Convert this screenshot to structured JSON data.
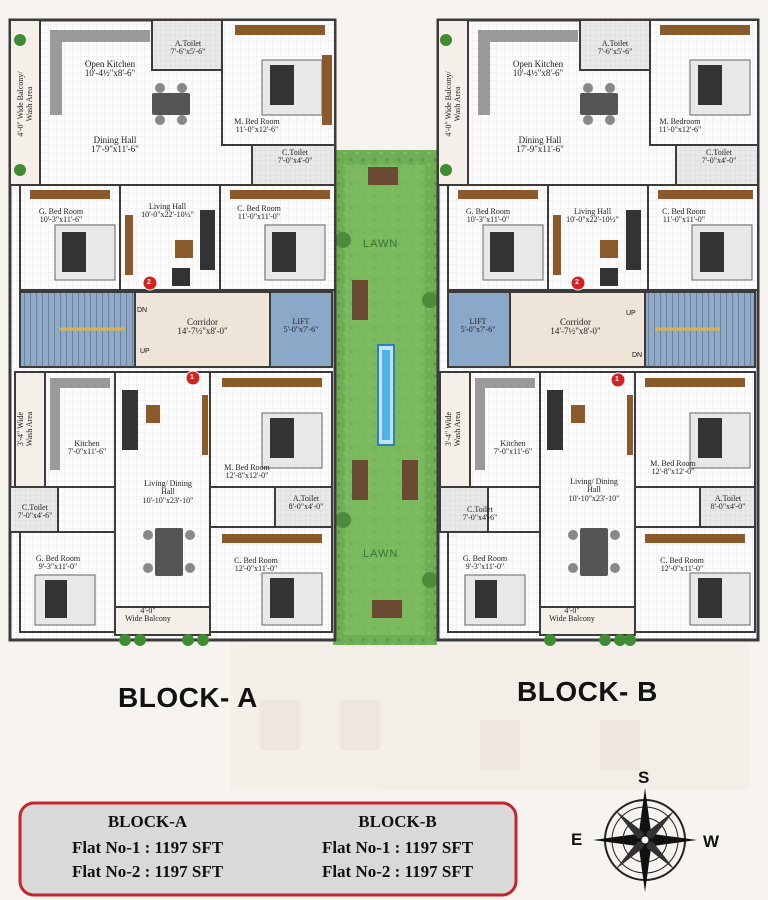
{
  "block_a": {
    "title": "BLOCK- A",
    "rooms": {
      "open_kitchen": {
        "name": "Open Kitchen",
        "dim": "10'-4½\"x8'-6\""
      },
      "a_toilet_top": {
        "name": "A.Toilet",
        "dim": "7'-6\"x5'-6\""
      },
      "m_bed_top": {
        "name": "M. Bed Room",
        "dim": "11'-0\"x12'-6\""
      },
      "balcony_wash": {
        "name": "4'-0\" Wide Balcony/",
        "dim": "Wash Area"
      },
      "dining_hall": {
        "name": "Dining Hall",
        "dim": "17'-9\"x11'-6\""
      },
      "c_toilet_top": {
        "name": "C.Toilet",
        "dim": "7'-0\"x4'-0\""
      },
      "g_bed_top": {
        "name": "G. Bed Room",
        "dim": "10'-3\"x11'-6\""
      },
      "living_hall": {
        "name": "Living Hall",
        "dim": "10'-0\"x22'-10½\""
      },
      "c_bed_top": {
        "name": "C. Bed Room",
        "dim": "11'-0\"x11'-0\""
      },
      "corridor": {
        "name": "Corridor",
        "dim": "14'-7½\"x8'-0\""
      },
      "lift": {
        "name": "LIFT",
        "dim": "5'-0\"x7'-6\""
      },
      "wash_area": {
        "name": "3'-4\" Wide",
        "dim": "Wash Area"
      },
      "kitchen": {
        "name": "Kitchen",
        "dim": "7'-0\"x11'-6\""
      },
      "m_bed_bottom": {
        "name": "M. Bed Room",
        "dim": "12'-8\"x12'-0\""
      },
      "living_dining": {
        "name": "Living/ Dining",
        "name2": "Hall",
        "dim": "10'-10\"x23'-10\""
      },
      "c_toilet_bottom": {
        "name": "C.Toilet",
        "dim": "7'-0\"x4'-6\""
      },
      "a_toilet_bottom": {
        "name": "A.Toilet",
        "dim": "8'-0\"x4'-0\""
      },
      "g_bed_bottom": {
        "name": "G. Bed Room",
        "dim": "9'-3\"x11'-0\""
      },
      "c_bed_bottom": {
        "name": "C. Bed Room",
        "dim": "12'-0\"x11'-0\""
      },
      "wide_balcony": {
        "name": "4'-0\"",
        "dim": "Wide Balcony"
      }
    },
    "flat_marks": [
      "1",
      "2"
    ],
    "stair_marks": [
      "DN",
      "UP"
    ]
  },
  "block_b": {
    "title": "BLOCK- B",
    "rooms": {
      "open_kitchen": {
        "name": "Open Kitchen",
        "dim": "10'-4½\"x8'-6\""
      },
      "a_toilet_top": {
        "name": "A.Toilet",
        "dim": "7'-6\"x5'-6\""
      },
      "m_bed_top": {
        "name": "M. Bedroom",
        "dim": "11'-0\"x12'-6\""
      },
      "balcony_wash": {
        "name": "4'-0\" Wide Balcony/",
        "dim": "Wash Area"
      },
      "dining_hall": {
        "name": "Dining Hall",
        "dim": "17'-9\"x11'-6\""
      },
      "c_toilet_top": {
        "name": "C.Toilet",
        "dim": "7'-0\"x4'-0\""
      },
      "g_bed_top": {
        "name": "G. Bed Room",
        "dim": "10'-3\"x11'-0\""
      },
      "living_hall": {
        "name": "Living Hall",
        "dim": "10'-0\"x22'-10½\""
      },
      "c_bed_top": {
        "name": "C. Bed Room",
        "dim": "11'-0\"x11'-0\""
      },
      "corridor": {
        "name": "Corridor",
        "dim": "14'-7½\"x8'-0\""
      },
      "lift": {
        "name": "LIFT",
        "dim": "5'-0\"x7'-6\""
      },
      "wash_area": {
        "name": "3'-4\" Wide",
        "dim": "Wash Area"
      },
      "kitchen": {
        "name": "Kitchen",
        "dim": "7'-0\"x11'-6\""
      },
      "m_bed_bottom": {
        "name": "M. Bed Room",
        "dim": "12'-8\"x12'-0\""
      },
      "living_dining": {
        "name": "Living/ Dining",
        "name2": "Hall",
        "dim": "10'-10\"x23'-10\""
      },
      "c_toilet_bottom": {
        "name": "C.Toilet",
        "dim": "7'-0\"x4'-6\""
      },
      "a_toilet_bottom": {
        "name": "A.Toilet",
        "dim": "8'-0\"x4'-0\""
      },
      "g_bed_bottom": {
        "name": "G. Bed Room",
        "dim": "9'-3\"x11'-0\""
      },
      "c_bed_bottom": {
        "name": "C. Bed Room",
        "dim": "12'-0\"x11'-0\""
      },
      "wide_balcony": {
        "name": "4'-0\"",
        "dim": "Wide Balcony"
      }
    },
    "flat_marks": [
      "1",
      "2"
    ],
    "stair_marks": [
      "UP",
      "DN"
    ]
  },
  "lawn": {
    "label_top": "LAWN",
    "label_bottom": "LAWN"
  },
  "summary": {
    "block_a": {
      "title": "BLOCK-A",
      "flat1": "Flat No-1 : 1197 SFT",
      "flat2": "Flat No-2 : 1197 SFT"
    },
    "block_b": {
      "title": "BLOCK-B",
      "flat1": "Flat No-1 : 1197 SFT",
      "flat2": "Flat No-2 : 1197 SFT"
    }
  },
  "compass": {
    "n": "S",
    "e": "E",
    "w": "W"
  },
  "colors": {
    "wall": "#3b3b3b",
    "floor_tile": "#fdfdfd",
    "wood": "#8b5a2b",
    "corridor": "#efe4d8",
    "lift": "#8aa8c8",
    "lawn": "#5fa04a",
    "summary_border": "#c0282d",
    "summary_fill": "#d9d9d9",
    "flat_mark": "#d32222"
  }
}
